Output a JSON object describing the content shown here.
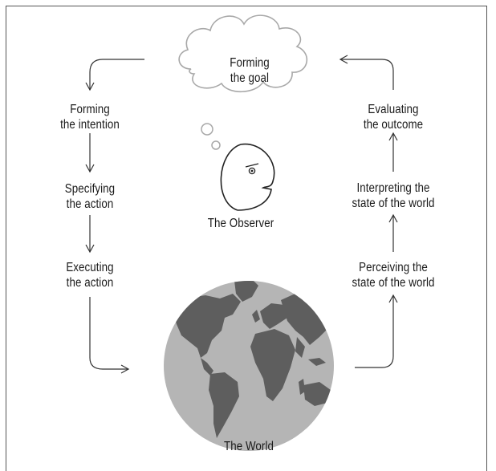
{
  "stages": {
    "forming_goal": "Forming\nthe goal",
    "forming_intention": "Forming\nthe intention",
    "specifying_action": "Specifying\nthe action",
    "executing_action": "Executing\nthe action",
    "perceiving_state": "Perceiving the\nstate of the world",
    "interpreting_state": "Interpreting the\nstate of the world",
    "evaluating_outcome": "Evaluating\nthe outcome"
  },
  "observer_label": "The Observer",
  "world_label": "The World",
  "colors": {
    "line": "#333333",
    "cloud_stroke": "#a8a8a8",
    "globe_fill": "#b5b5b5",
    "land_fill": "#5e5e5e",
    "frame": "#555555"
  },
  "icons": [
    "thought-cloud-icon",
    "observer-face-icon",
    "world-globe-icon",
    "arrow-icon"
  ]
}
